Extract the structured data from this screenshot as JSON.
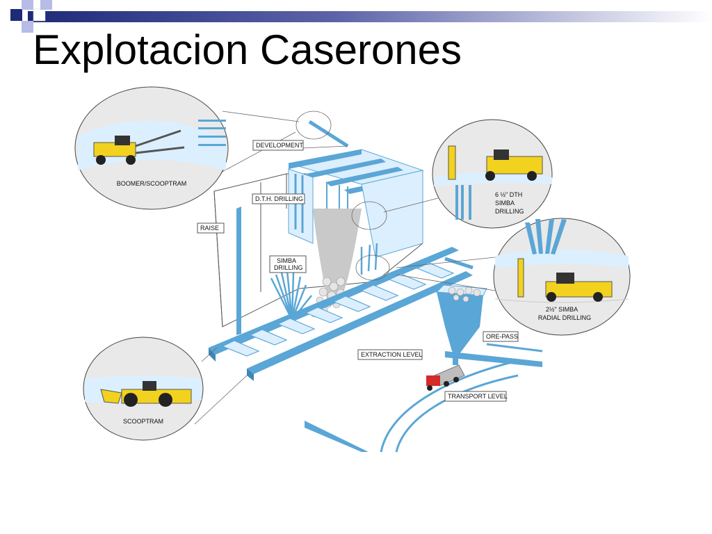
{
  "slide": {
    "title": "Explotacion Caserones"
  },
  "diagram": {
    "labels": {
      "development": "DEVELOPMENT",
      "dth_drilling": "D.T.H. DRILLING",
      "raise": "RAISE",
      "simba_drilling_1": "SIMBA",
      "simba_drilling_2": "DRILLING",
      "extraction_level": "EXTRACTION LEVEL",
      "ore_pass": "ORE-PASS",
      "transport_level": "TRANSPORT LEVEL"
    },
    "callouts": {
      "boomer": "BOOMER/SCOOPTRAM",
      "dth_line1": "6 ½\" DTH",
      "dth_line2": "SIMBA",
      "dth_line3": "DRILLING",
      "radial_line1": "2½\" SIMBA",
      "radial_line2": "RADIAL DRILLING",
      "scooptram": "SCOOPTRAM"
    },
    "colors": {
      "accent_dark": "#1e2a78",
      "accent_light": "#b6bce6",
      "ore_blue": "#5aa6d6",
      "pale_blue": "#dcefff",
      "machine_yellow": "#f2d21e",
      "truck_red": "#d42b2b"
    }
  }
}
